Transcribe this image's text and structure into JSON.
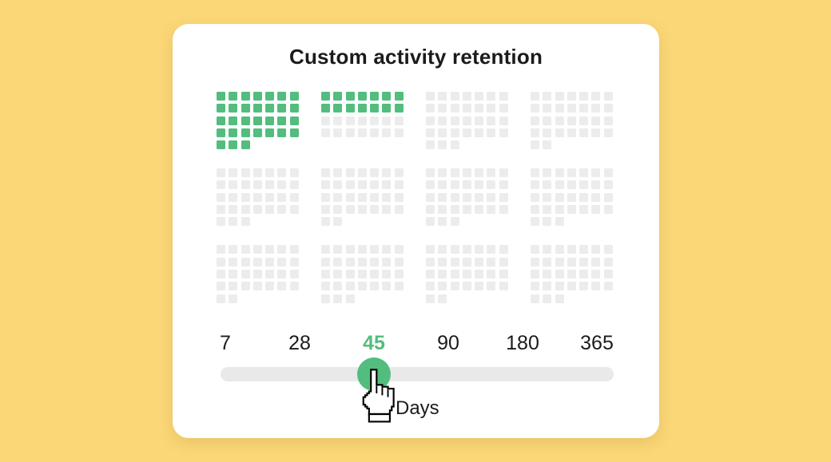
{
  "colors": {
    "background": "#FBD778",
    "card": "#FFFFFF",
    "accent_green": "#53BD7E",
    "inactive_square": "#ECECEC",
    "track": "#E9E9E9",
    "text": "#1B1B1B"
  },
  "card": {
    "title": "Custom activity retention",
    "waffle": {
      "description": "12 month groups of day squares, 7 columns per month, 365 squares total",
      "month_days": [
        31,
        28,
        31,
        30,
        31,
        30,
        31,
        31,
        30,
        31,
        30,
        31
      ],
      "active_days": 45
    },
    "slider": {
      "stops": [
        "7",
        "28",
        "45",
        "90",
        "180",
        "365"
      ],
      "selected_index": 2,
      "selected_value": "45",
      "unit_label": "Days"
    },
    "cursor_icon": "hand-pointer"
  }
}
